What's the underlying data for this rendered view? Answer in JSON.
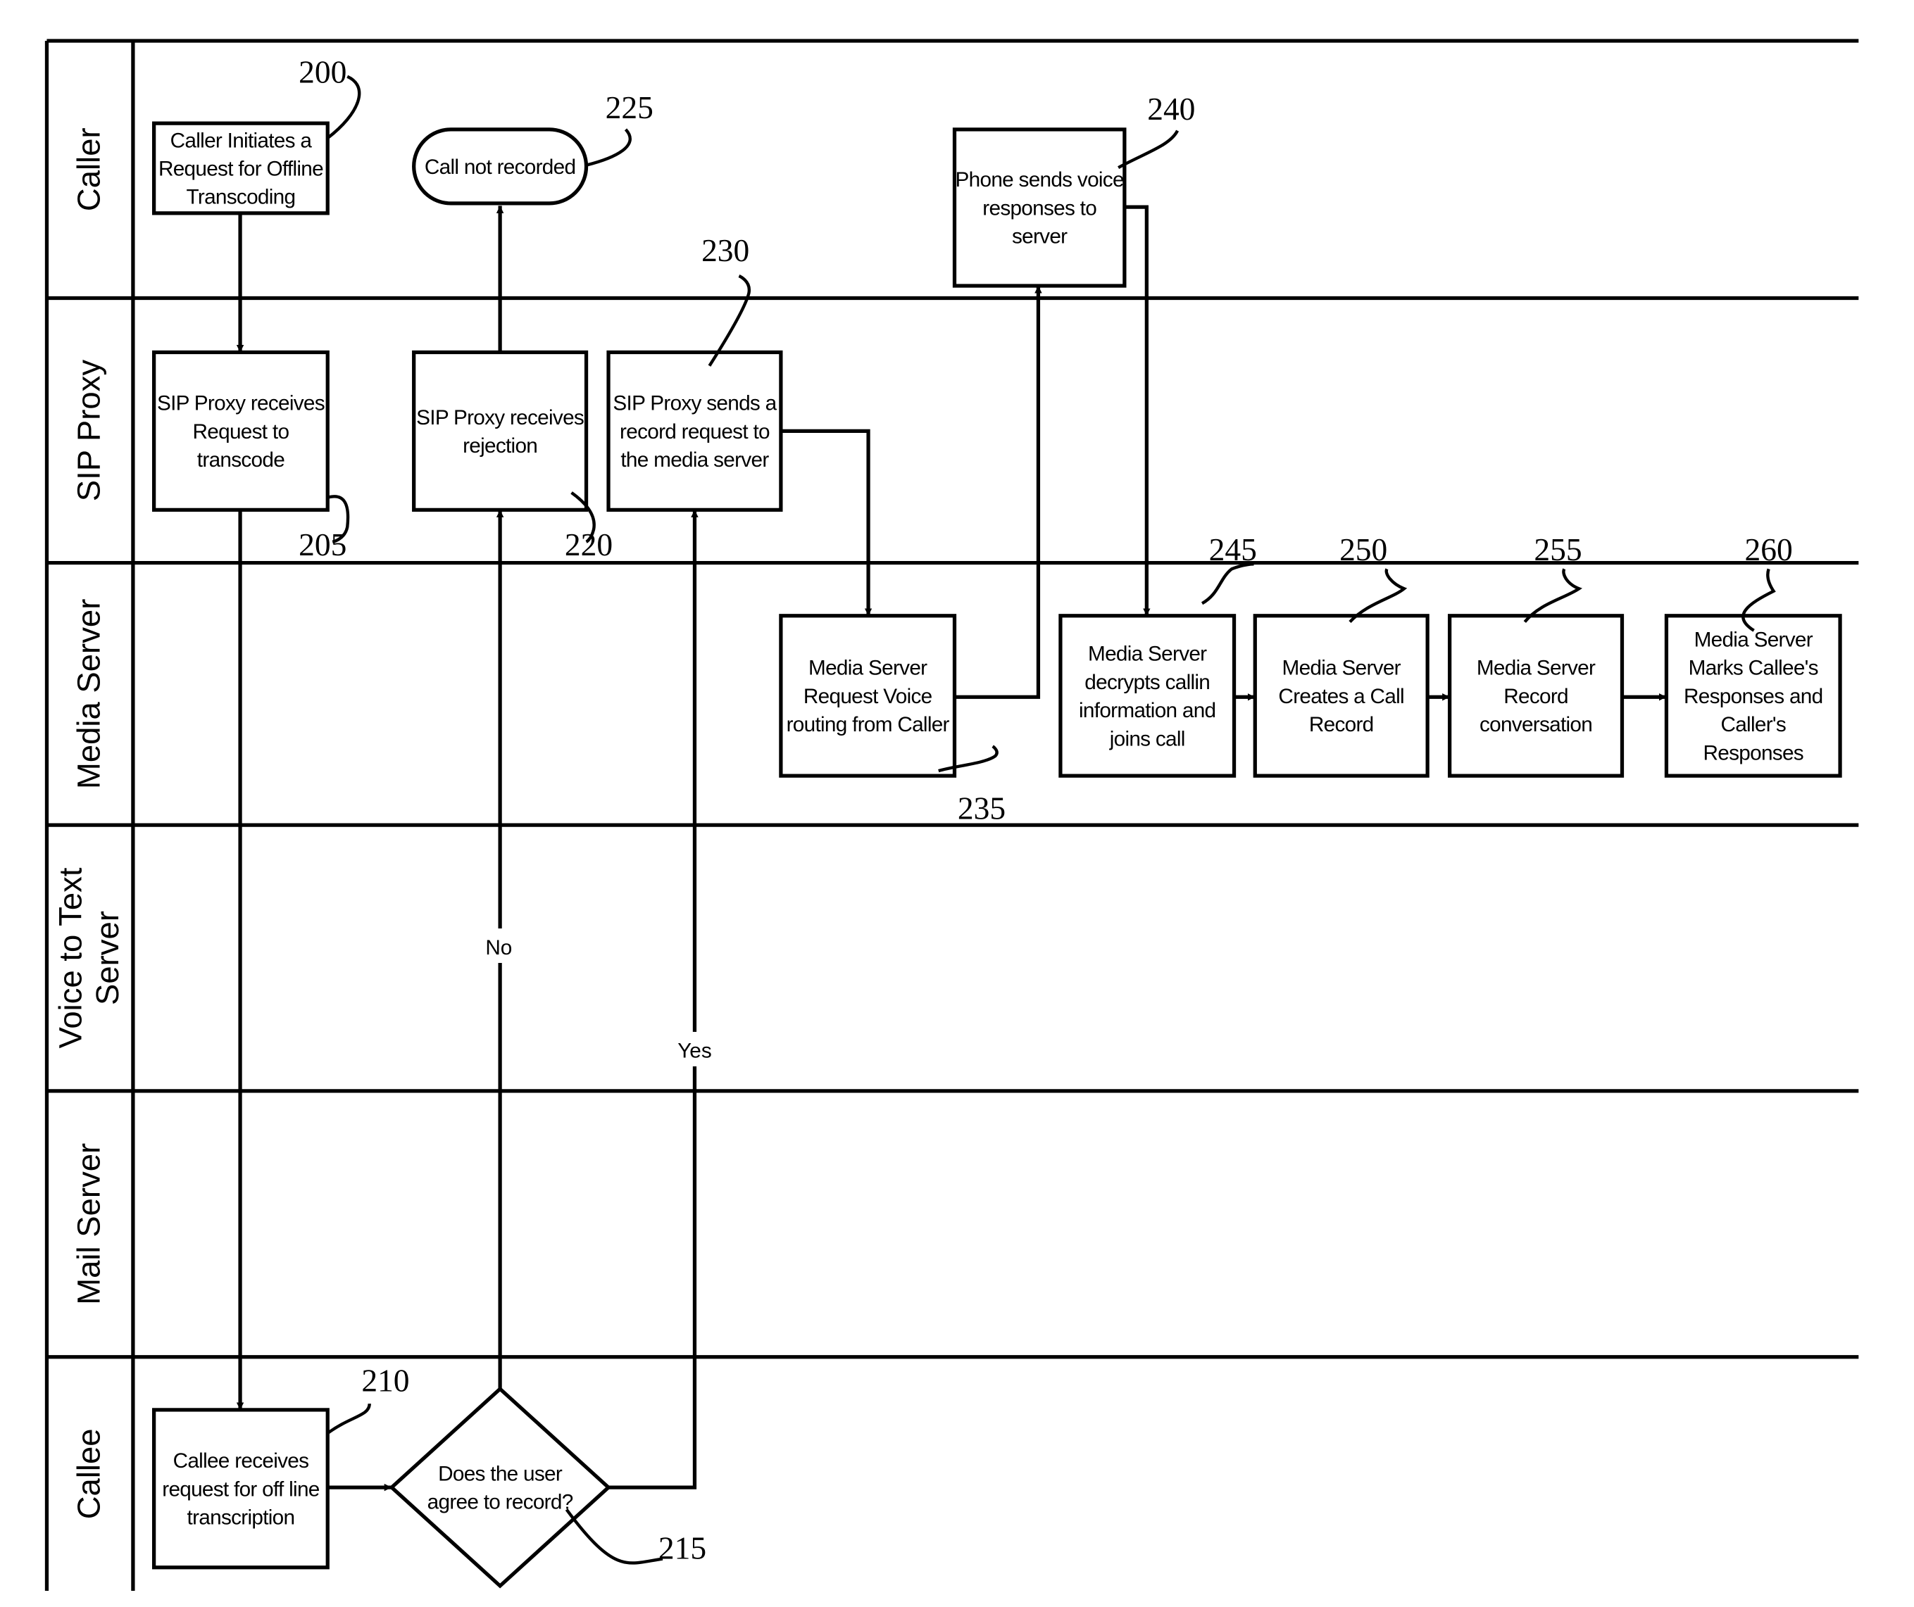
{
  "lanes": [
    {
      "id": "caller",
      "label": "Caller"
    },
    {
      "id": "sip_proxy",
      "label": "SIP Proxy"
    },
    {
      "id": "media_server",
      "label": "Media Server"
    },
    {
      "id": "voice_to_text",
      "label": "Voice to Text Server"
    },
    {
      "id": "mail_server",
      "label": "Mail Server"
    },
    {
      "id": "callee",
      "label": "Callee"
    }
  ],
  "nodes": [
    {
      "id": "n200",
      "ref": "200",
      "lines": [
        "Caller Initiates a",
        "Request for Offline",
        "Transcoding"
      ]
    },
    {
      "id": "n205",
      "ref": "205",
      "lines": [
        "SIP Proxy receives",
        "Request to",
        "transcode"
      ]
    },
    {
      "id": "n210",
      "ref": "210",
      "lines": [
        "Callee receives",
        "request for off line",
        "transcription"
      ]
    },
    {
      "id": "n215",
      "ref": "215",
      "lines": [
        "Does the user",
        "agree to record?"
      ]
    },
    {
      "id": "n220",
      "ref": "220",
      "lines": [
        "SIP Proxy receives",
        "rejection"
      ]
    },
    {
      "id": "n225",
      "ref": "225",
      "lines": [
        "Call not recorded"
      ]
    },
    {
      "id": "n230",
      "ref": "230",
      "lines": [
        "SIP Proxy sends a",
        "record request to",
        "the media server"
      ]
    },
    {
      "id": "n235",
      "ref": "235",
      "lines": [
        "Media Server",
        "Request Voice",
        "routing from Caller"
      ]
    },
    {
      "id": "n240",
      "ref": "240",
      "lines": [
        "Phone sends voice",
        "responses to",
        "server"
      ]
    },
    {
      "id": "n245",
      "ref": "245",
      "lines": [
        "Media Server",
        "decrypts callin",
        "information and",
        "joins call"
      ]
    },
    {
      "id": "n250",
      "ref": "250",
      "lines": [
        "Media Server",
        "Creates a Call",
        "Record"
      ]
    },
    {
      "id": "n255",
      "ref": "255",
      "lines": [
        "Media Server",
        "Record",
        "conversation"
      ]
    },
    {
      "id": "n260",
      "ref": "260",
      "lines": [
        "Media Server",
        "Marks Callee's",
        "Responses and",
        "Caller's",
        "Responses"
      ]
    }
  ],
  "edges": [
    {
      "from": "n200",
      "to": "n205"
    },
    {
      "from": "n205",
      "to": "n210"
    },
    {
      "from": "n210",
      "to": "n215"
    },
    {
      "from": "n215",
      "to": "n220",
      "label": "No"
    },
    {
      "from": "n215",
      "to": "n230",
      "label": "Yes"
    },
    {
      "from": "n220",
      "to": "n225"
    },
    {
      "from": "n230",
      "to": "n235"
    },
    {
      "from": "n235",
      "to": "n240"
    },
    {
      "from": "n240",
      "to": "n245"
    },
    {
      "from": "n245",
      "to": "n250"
    },
    {
      "from": "n250",
      "to": "n255"
    },
    {
      "from": "n255",
      "to": "n260"
    }
  ]
}
